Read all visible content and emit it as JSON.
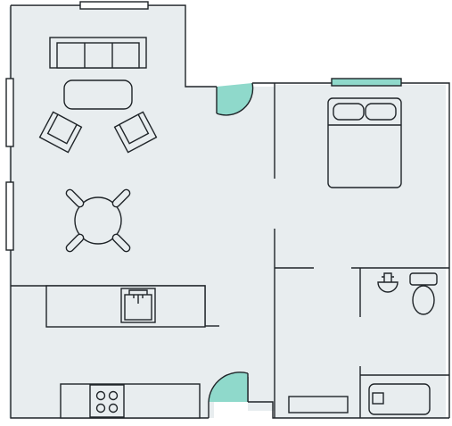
{
  "colors": {
    "background": "#ffffff",
    "floor": "#e8edef",
    "line": "#1f2428",
    "accent": "#8fd9cb",
    "furniture_fill": "#e8edef"
  },
  "rooms": [
    "living-room",
    "bedroom",
    "bathroom",
    "kitchen",
    "hallway"
  ],
  "icons": {
    "sofa": "sofa-icon",
    "coffee_table": "coffee-table-icon",
    "armchair": "armchair-icon",
    "dining_table": "dining-table-icon",
    "bed": "bed-icon",
    "sink": "sink-icon",
    "toilet": "toilet-icon",
    "bathtub": "bathtub-icon",
    "stove": "stove-icon",
    "door": "door-icon",
    "window": "window-icon"
  }
}
